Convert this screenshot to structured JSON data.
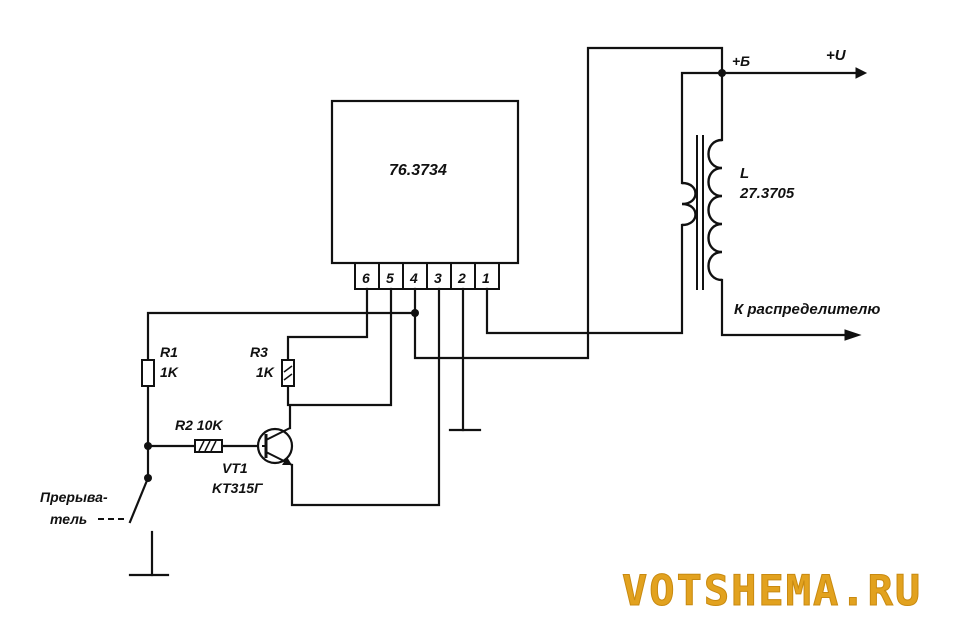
{
  "diagram": {
    "module_label": "76.3734",
    "pins": [
      "6",
      "5",
      "4",
      "3",
      "2",
      "1"
    ],
    "supply_label": "+Б",
    "voltage_label": "+U",
    "coil_label": "L",
    "coil_part": "27.3705",
    "distributor_label": "К распределителю",
    "r1_name": "R1",
    "r1_value": "1K",
    "r3_name": "R3",
    "r3_value": "1K",
    "r2_label": "R2 10K",
    "vt1_name": "VT1",
    "vt1_part": "KT315Г",
    "breaker_label_1": "Прерыва-",
    "breaker_label_2": "тель"
  },
  "watermark": "VOTSHEMA.RU",
  "colors": {
    "line": "#111111",
    "watermark": "#e2a21f"
  }
}
